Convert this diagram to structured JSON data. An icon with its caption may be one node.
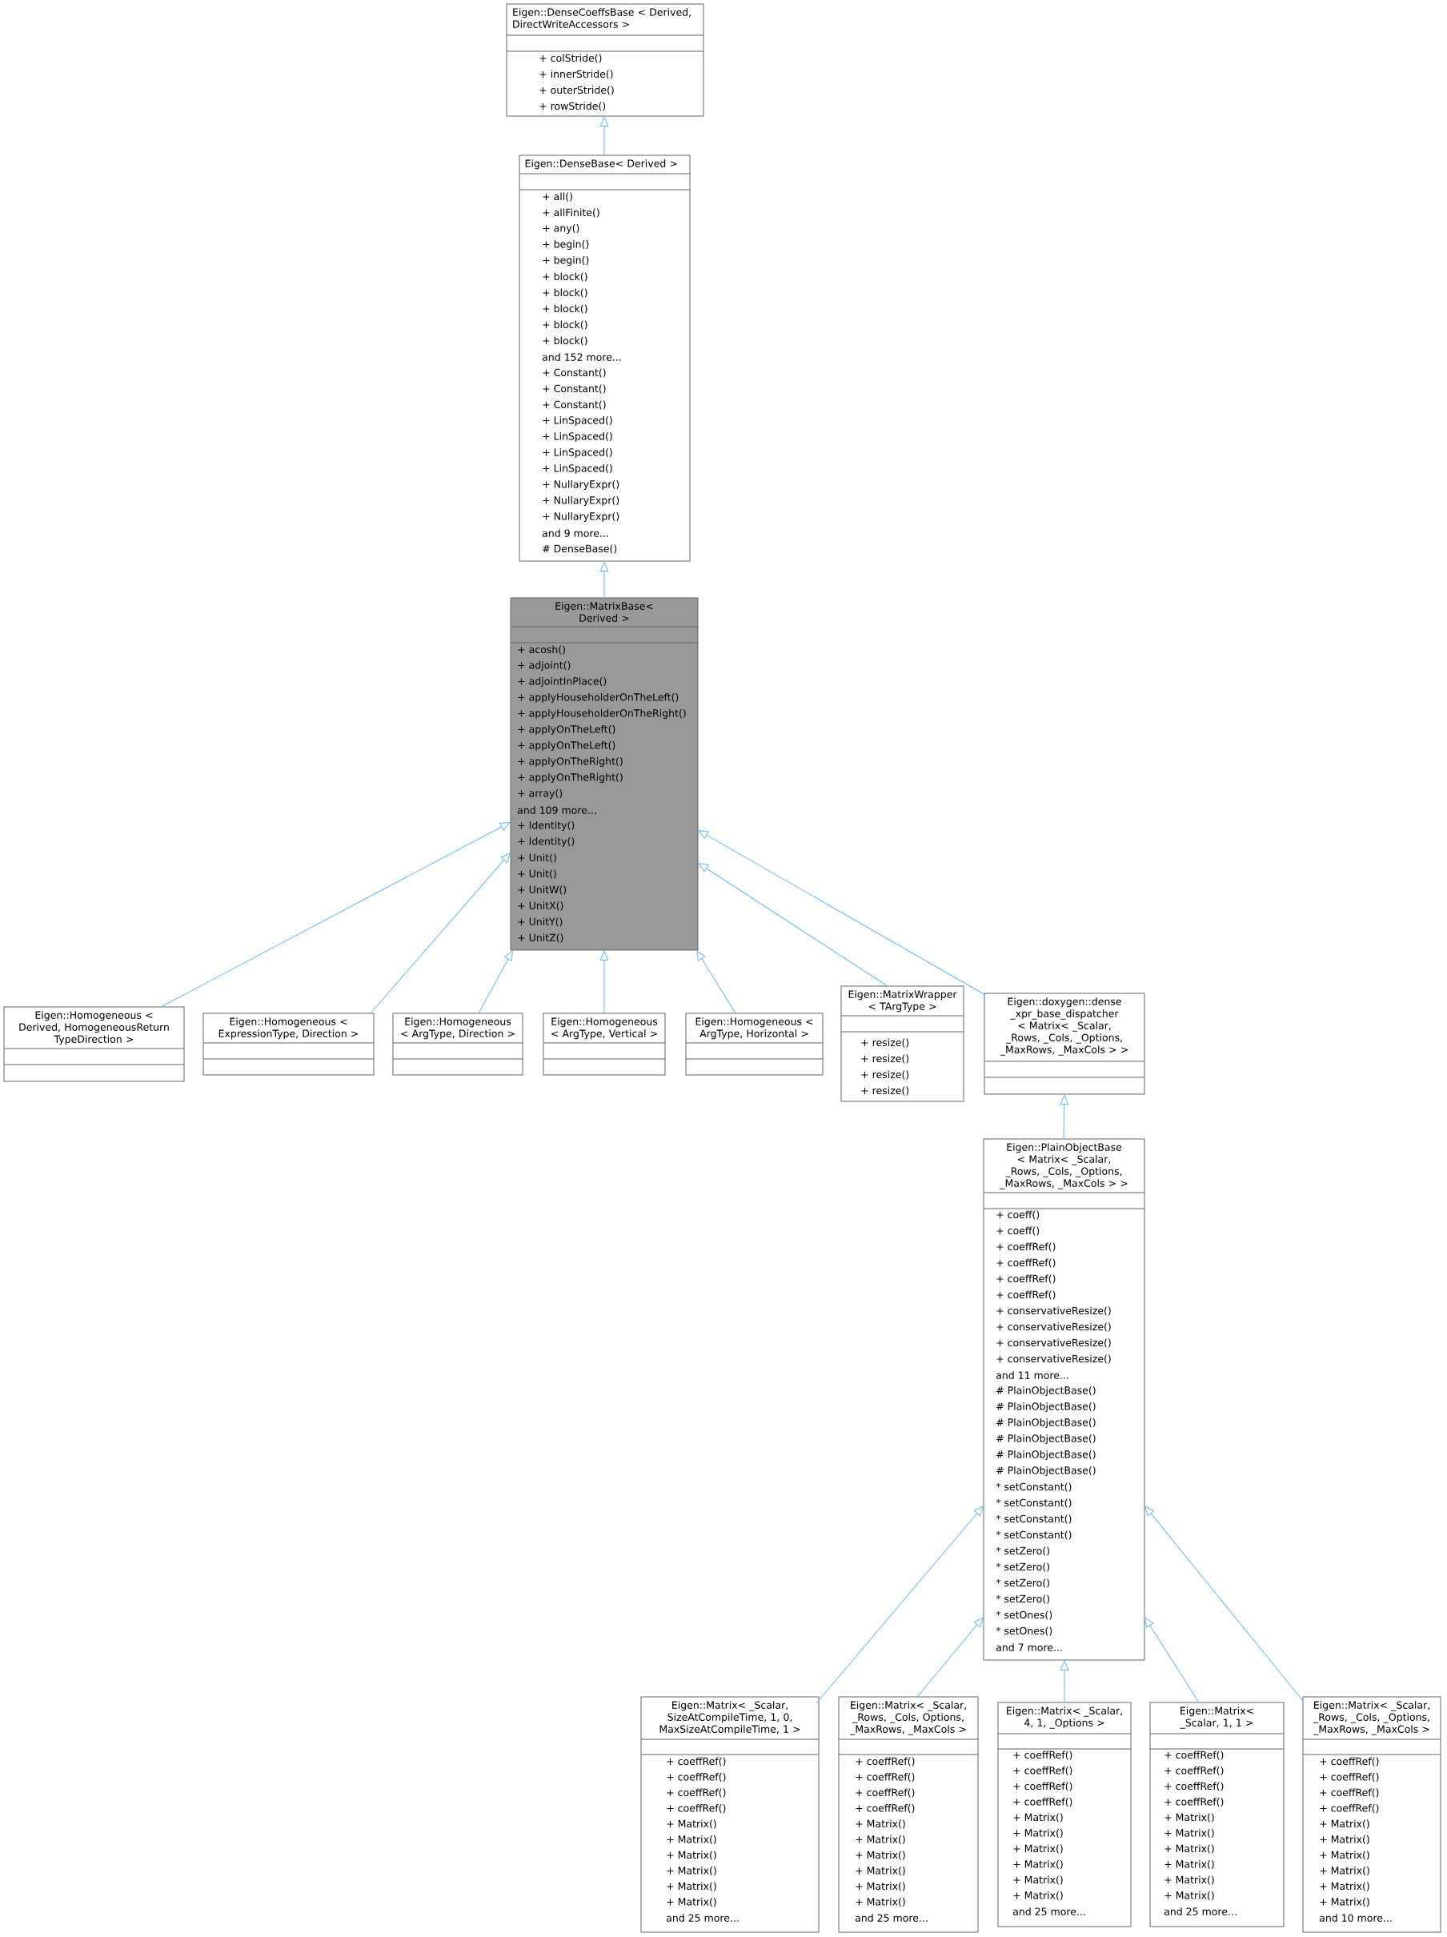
{
  "diagram": {
    "nodes": [
      {
        "text": [
          "Eigen::DenseCoeffsBase < Derived, DirectWriteAccessors >",
          "+ colStride()",
          "+ innerStride()",
          "+ outerStride()",
          "+ rowStride()"
        ]
      },
      {
        "text": [
          "Eigen::DenseBase< Derived >",
          "+ all()",
          "+ allFinite()",
          "+ any()",
          "+ begin()",
          "+ begin()",
          "+ block()",
          "+ block()",
          "+ block()",
          "+ block()",
          "+ block()",
          "and 152 more...",
          "+ Constant()",
          "+ Constant()",
          "+ Constant()",
          "+ LinSpaced()",
          "+ LinSpaced()",
          "+ LinSpaced()",
          "+ LinSpaced()",
          "+ NullaryExpr()",
          "+ NullaryExpr()",
          "+ NullaryExpr()",
          "and 9 more...",
          "# DenseBase()"
        ]
      },
      {
        "text": [
          "Eigen::MatrixBase< Derived >",
          "+ acosh()",
          "+ adjoint()",
          "+ adjointInPlace()",
          "+ applyHouseholderOnTheLeft()",
          "+ applyHouseholderOnTheRight()",
          "+ applyOnTheLeft()",
          "+ applyOnTheLeft()",
          "+ applyOnTheRight()",
          "+ applyOnTheRight()",
          "+ array()",
          "and 109 more...",
          "+ Identity()",
          "+ Identity()",
          "+ Unit()",
          "+ Unit()",
          "+ UnitW()",
          "+ UnitX()",
          "+ UnitY()",
          "+ UnitZ()"
        ]
      },
      {
        "text": [
          "Eigen::Homogeneous < Derived, HomogeneousReturn TypeDirection >"
        ]
      },
      {
        "text": [
          "Eigen::Homogeneous < ExpressionType, Direction >"
        ]
      },
      {
        "text": [
          "Eigen::Homogeneous < ArgType, Direction >"
        ]
      },
      {
        "text": [
          "Eigen::Homogeneous < ArgType, Vertical >"
        ]
      },
      {
        "text": [
          "Eigen::Homogeneous < ArgType, Horizontal >"
        ]
      },
      {
        "text": [
          "Eigen::MatrixWrapper < TArgType >",
          "+ resize()",
          "+ resize()",
          "+ resize()",
          "+ resize()"
        ]
      },
      {
        "text": [
          "Eigen::doxygen::dense _xpr_base_dispatcher < Matrix< _Scalar, _Rows, _Cols, _Options, _MaxRows, _MaxCols > >"
        ]
      },
      {
        "text": [
          "Eigen::PlainObjectBase < Matrix< _Scalar, _Rows, _Cols, _Options, _MaxRows, _MaxCols > >",
          "+ coeff()",
          "+ coeff()",
          "+ coeffRef()",
          "+ coeffRef()",
          "+ coeffRef()",
          "+ coeffRef()",
          "+ conservativeResize()",
          "+ conservativeResize()",
          "+ conservativeResize()",
          "+ conservativeResize()",
          "and 11 more...",
          "# PlainObjectBase()",
          "# PlainObjectBase()",
          "# PlainObjectBase()",
          "# PlainObjectBase()",
          "# PlainObjectBase()",
          "# PlainObjectBase()",
          "* setConstant()",
          "* setConstant()",
          "* setConstant()",
          "* setConstant()",
          "* setZero()",
          "* setZero()",
          "* setZero()",
          "* setZero()",
          "* setOnes()",
          "* setOnes()",
          "and 7 more..."
        ]
      },
      {
        "text": [
          "Eigen::Matrix< _Scalar, SizeAtCompileTime, 1, 0, MaxSizeAtCompileTime, 1 >",
          "+ coeffRef()",
          "+ coeffRef()",
          "+ coeffRef()",
          "+ coeffRef()",
          "+ Matrix()",
          "+ Matrix()",
          "+ Matrix()",
          "+ Matrix()",
          "+ Matrix()",
          "+ Matrix()",
          "and 25 more..."
        ]
      },
      {
        "text": [
          "Eigen::Matrix< _Scalar, _Rows, _Cols, Options, _MaxRows, _MaxCols >",
          "+ coeffRef()",
          "+ coeffRef()",
          "+ coeffRef()",
          "+ coeffRef()",
          "+ Matrix()",
          "+ Matrix()",
          "+ Matrix()",
          "+ Matrix()",
          "+ Matrix()",
          "+ Matrix()",
          "and 25 more..."
        ]
      },
      {
        "text": [
          "Eigen::Matrix< _Scalar, 4, 1, _Options >",
          "+ coeffRef()",
          "+ coeffRef()",
          "+ coeffRef()",
          "+ coeffRef()",
          "+ Matrix()",
          "+ Matrix()",
          "+ Matrix()",
          "+ Matrix()",
          "+ Matrix()",
          "+ Matrix()",
          "and 25 more..."
        ]
      },
      {
        "text": [
          "Eigen::Matrix< _Scalar, 1, 1 >",
          "+ coeffRef()",
          "+ coeffRef()",
          "+ coeffRef()",
          "+ coeffRef()",
          "+ Matrix()",
          "+ Matrix()",
          "+ Matrix()",
          "+ Matrix()",
          "+ Matrix()",
          "+ Matrix()",
          "and 25 more..."
        ]
      },
      {
        "text": [
          "Eigen::Matrix< _Scalar, _Rows, _Cols, _Options, _MaxRows, _MaxCols >",
          "+ coeffRef()",
          "+ coeffRef()",
          "+ coeffRef()",
          "+ coeffRef()",
          "+ Matrix()",
          "+ Matrix()",
          "+ Matrix()",
          "+ Matrix()",
          "+ Matrix()",
          "+ Matrix()",
          "and 10 more..."
        ]
      }
    ],
    "edges": [
      {
        "from": 1,
        "to": 0,
        "arrow": "to"
      },
      {
        "from": 2,
        "to": 1,
        "arrow": "to"
      },
      {
        "from": 3,
        "to": 2,
        "arrow": "to"
      },
      {
        "from": 4,
        "to": 2,
        "arrow": "to"
      },
      {
        "from": 5,
        "to": 2,
        "arrow": "to"
      },
      {
        "from": 6,
        "to": 2,
        "arrow": "to"
      },
      {
        "from": 7,
        "to": 2,
        "arrow": "to"
      },
      {
        "from": 8,
        "to": 2,
        "arrow": "to"
      },
      {
        "from": 9,
        "to": 2,
        "arrow": "to"
      },
      {
        "from": 10,
        "to": 9,
        "arrow": "to"
      },
      {
        "from": 11,
        "to": 10,
        "arrow": "to"
      },
      {
        "from": 12,
        "to": 10,
        "arrow": "to"
      },
      {
        "from": 13,
        "to": 10,
        "arrow": "to"
      },
      {
        "from": 14,
        "to": 10,
        "arrow": "to"
      },
      {
        "from": 15,
        "to": 10,
        "arrow": "to"
      }
    ]
  }
}
